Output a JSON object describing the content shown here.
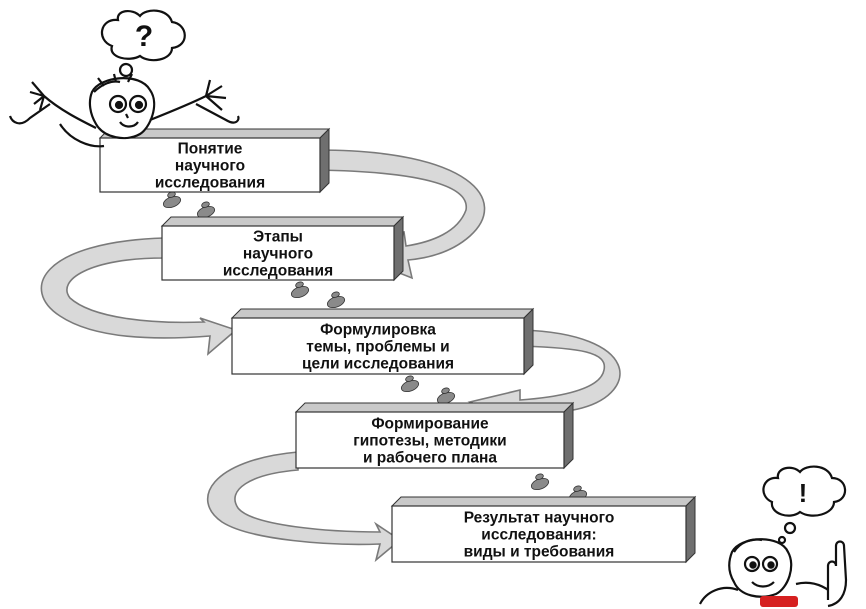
{
  "colors": {
    "box_face": "#ffffff",
    "box_side": "#6f6f6f",
    "box_top": "#c9c9c9",
    "arrow_fill": "#d9d9d9",
    "arrow_stroke": "#7a7a7a",
    "footprint": "#8a8a8a",
    "ink": "#111111",
    "accent_red": "#d62020"
  },
  "steps": [
    {
      "id": "concept",
      "lines": [
        "Понятие",
        "научного",
        "исследования"
      ]
    },
    {
      "id": "stages",
      "lines": [
        "Этапы",
        "научного",
        "исследования"
      ]
    },
    {
      "id": "formulation",
      "lines": [
        "Формулировка",
        "темы, проблемы и",
        "цели исследования"
      ]
    },
    {
      "id": "hypothesis",
      "lines": [
        "Формирование",
        "гипотезы, методики",
        "и рабочего плана"
      ]
    },
    {
      "id": "result",
      "lines": [
        "Результат научного",
        "исследования:",
        "виды и требования"
      ]
    }
  ],
  "thinker": {
    "bubble_mark": "?",
    "icon": "puzzled-man-icon"
  },
  "finisher": {
    "bubble_mark": "!",
    "icon": "idea-man-icon"
  }
}
